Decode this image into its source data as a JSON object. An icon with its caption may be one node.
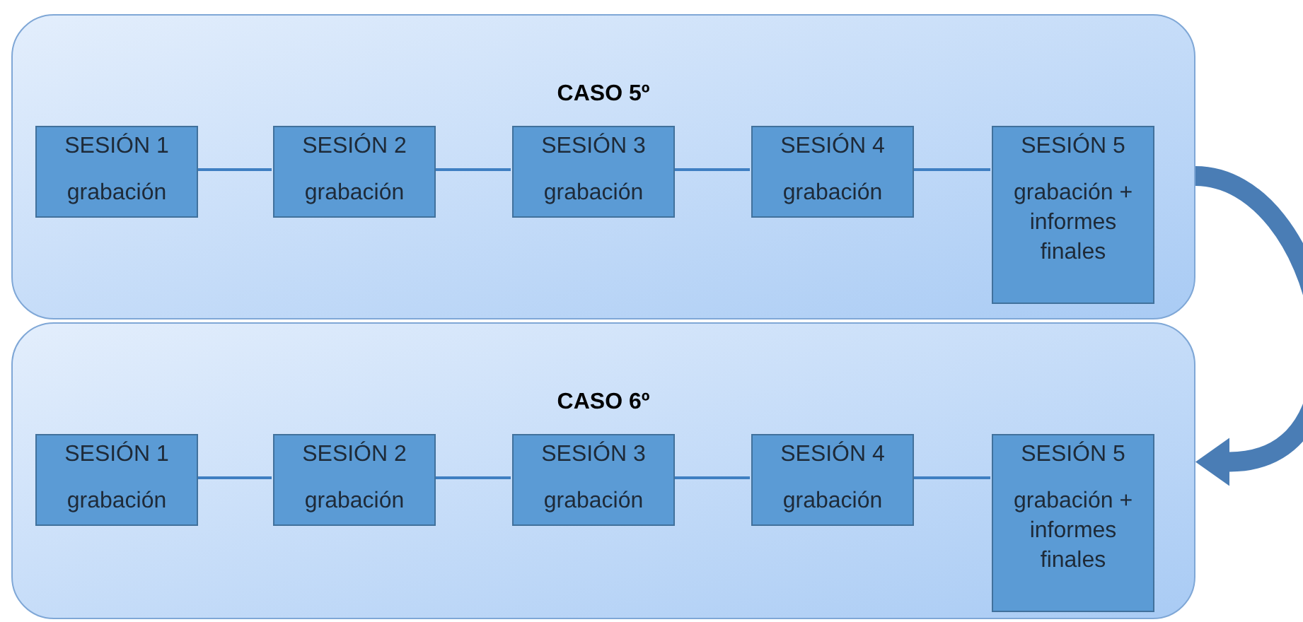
{
  "diagram": {
    "nodes": [
      {
        "text": [
          "CASO 5º"
        ]
      },
      {
        "text": [
          "SESIÓN 1",
          "grabación"
        ],
        "in": 0
      },
      {
        "text": [
          "SESIÓN 2",
          "grabación"
        ],
        "in": 0
      },
      {
        "text": [
          "SESIÓN 3",
          "grabación"
        ],
        "in": 0
      },
      {
        "text": [
          "SESIÓN 4",
          "grabación"
        ],
        "in": 0
      },
      {
        "text": [
          "SESIÓN 5",
          "grabación + informes finales"
        ],
        "in": 0
      },
      {
        "text": [
          "CASO 6º"
        ]
      },
      {
        "text": [
          "SESIÓN 1",
          "grabación"
        ],
        "in": 6
      },
      {
        "text": [
          "SESIÓN 2",
          "grabación"
        ],
        "in": 6
      },
      {
        "text": [
          "SESIÓN 3",
          "grabación"
        ],
        "in": 6
      },
      {
        "text": [
          "SESIÓN 4",
          "grabación"
        ],
        "in": 6
      },
      {
        "text": [
          "SESIÓN 5",
          "grabación + informes finales"
        ],
        "in": 6
      }
    ],
    "edges": [
      {
        "from": 1,
        "to": 2,
        "arrow": "none"
      },
      {
        "from": 2,
        "to": 3,
        "arrow": "none"
      },
      {
        "from": 3,
        "to": 4,
        "arrow": "none"
      },
      {
        "from": 4,
        "to": 5,
        "arrow": "none"
      },
      {
        "from": 7,
        "to": 8,
        "arrow": "none"
      },
      {
        "from": 8,
        "to": 9,
        "arrow": "none"
      },
      {
        "from": 9,
        "to": 10,
        "arrow": "none"
      },
      {
        "from": 10,
        "to": 11,
        "arrow": "none"
      },
      {
        "from": 0,
        "to": 6,
        "arrow": "to",
        "style": "thick",
        "color": "#4a7db5"
      }
    ]
  }
}
